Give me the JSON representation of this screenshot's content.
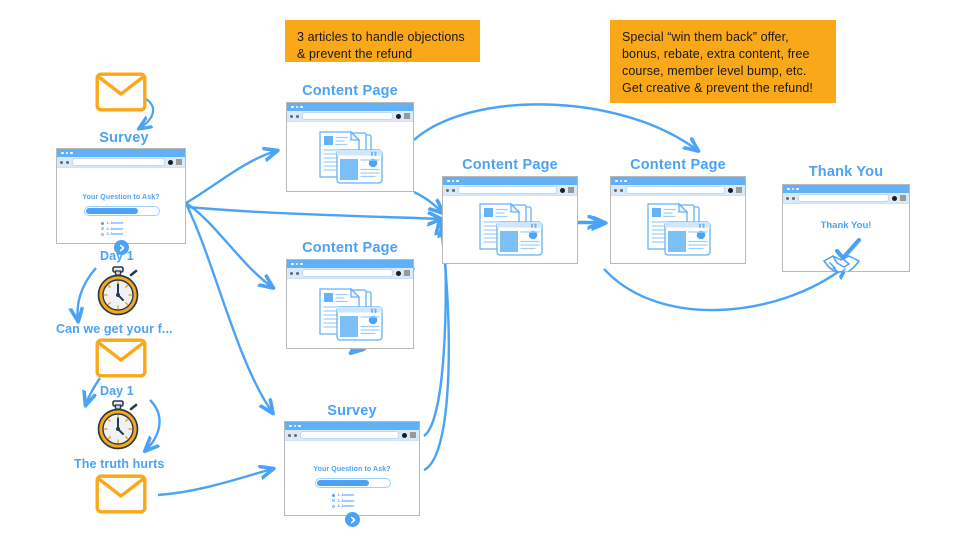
{
  "diagram": {
    "title": "Refund-prevention email &amp; content funnel flowchart",
    "accent_blue": "#4AA3F5",
    "accent_yellow": "#F9A81A",
    "background": "#FFFFFF"
  },
  "notes": [
    {
      "id": "note-articles",
      "text": "3 articles to handle objections & prevent the refund"
    },
    {
      "id": "note-offer",
      "text": "Special “win them back” offer, bonus, rebate, extra content, free course, member level bump, etc. Get creative & prevent the refund!"
    }
  ],
  "cards": {
    "survey_top": {
      "title": "Survey",
      "question": "Your Question to Ask?",
      "options": [
        "1. Answer",
        "2. Answer",
        "3. Answer"
      ],
      "submit_icon": "chevron-right-icon"
    },
    "survey_bottom": {
      "title": "Survey",
      "question": "Your Question to Ask?",
      "options": [
        "1. Answer",
        "2. Answer",
        "3. Answer"
      ],
      "submit_icon": "chevron-right-icon"
    },
    "content_1": {
      "title": "Content Page"
    },
    "content_2": {
      "title": "Content Page"
    },
    "content_3": {
      "title": "Content Page"
    },
    "content_4": {
      "title": "Content Page"
    },
    "thank_you": {
      "title": "Thank You",
      "body": "Thank You!",
      "icon": "handshake-check-icon"
    }
  },
  "rail": {
    "email_1": {
      "icon": "envelope-icon"
    },
    "day_1_a": {
      "label": "Day 1",
      "icon": "stopwatch-icon"
    },
    "subject_1": {
      "label": "Can we get your f..."
    },
    "email_2": {
      "icon": "envelope-icon"
    },
    "day_1_b": {
      "label": "Day 1",
      "icon": "stopwatch-icon"
    },
    "subject_2": {
      "label": "The truth hurts"
    },
    "email_3": {
      "icon": "envelope-icon"
    }
  }
}
